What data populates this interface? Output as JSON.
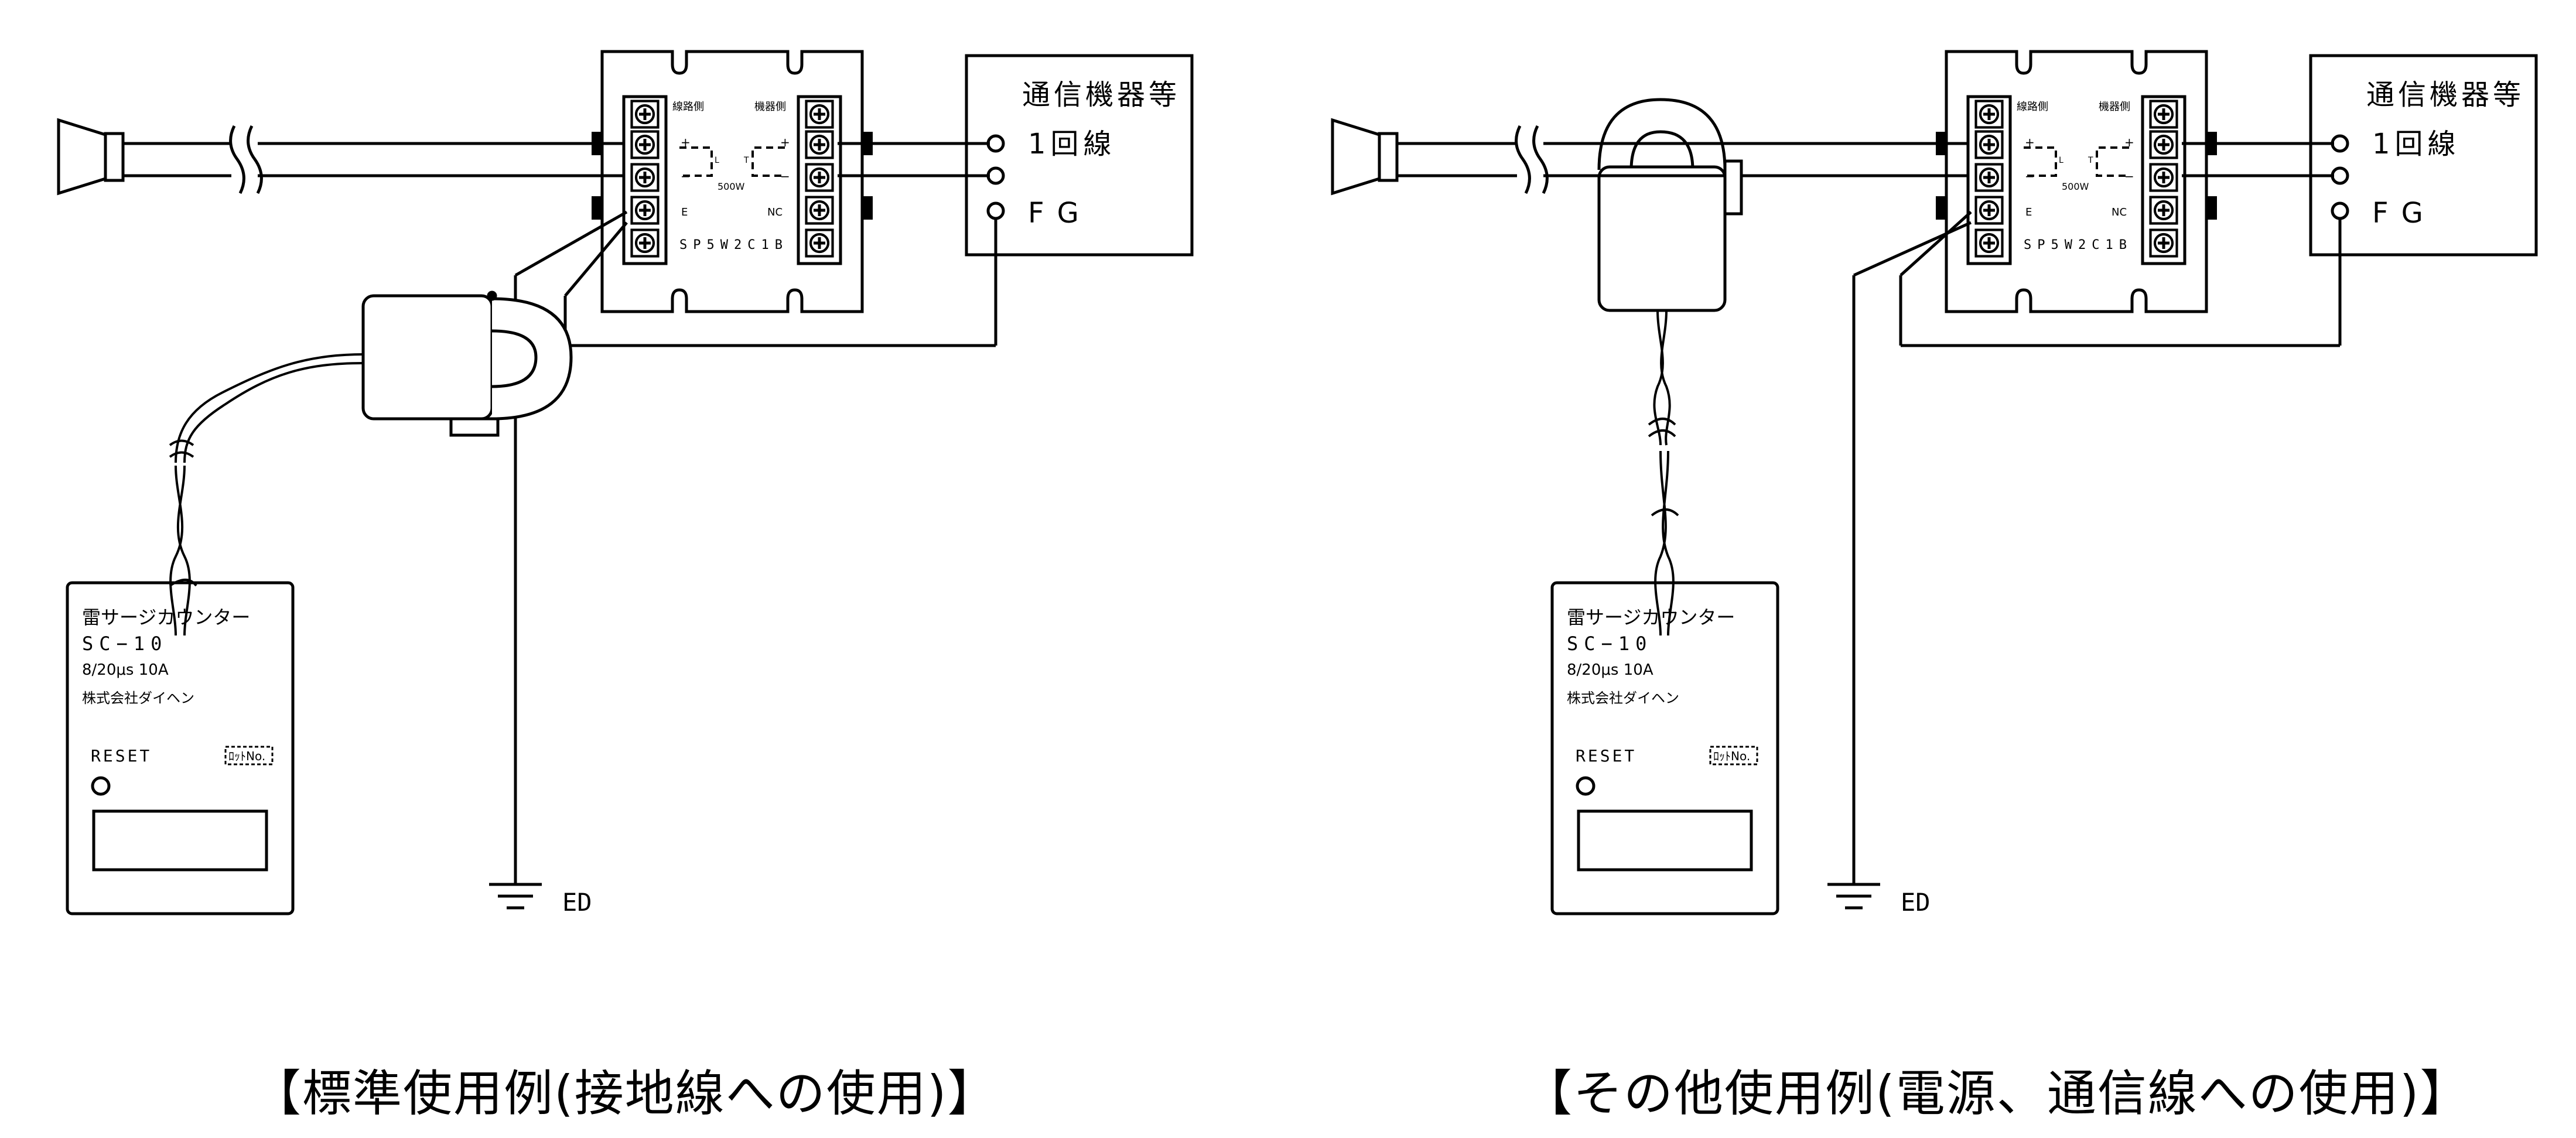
{
  "panels": [
    {
      "id": "standard",
      "caption": "【標準使用例(接地線への使用)】",
      "spd": {
        "line_side": "線路側",
        "device_side": "機器側",
        "plus": "+",
        "minus": "−",
        "l": "L",
        "t": "T",
        "rating": "500W",
        "e": "E",
        "nc": "NC",
        "model": "SP5W2C1B"
      },
      "equipment": {
        "title": "通信機器等",
        "line1": "1回線",
        "fg": "FG"
      },
      "counter": {
        "name": "雷サージカウンター",
        "model": "SC−10",
        "spec": "8/20μs 10A",
        "maker": "株式会社ダイヘン",
        "reset": "RESET",
        "lot": "ﾛｯﾄNo."
      },
      "ground": "ED"
    },
    {
      "id": "other",
      "caption": "【その他使用例(電源、通信線への使用)】",
      "spd": {
        "line_side": "線路側",
        "device_side": "機器側",
        "plus": "+",
        "minus": "−",
        "l": "L",
        "t": "T",
        "rating": "500W",
        "e": "E",
        "nc": "NC",
        "model": "SP5W2C1B"
      },
      "equipment": {
        "title": "通信機器等",
        "line1": "1回線",
        "fg": "FG"
      },
      "counter": {
        "name": "雷サージカウンター",
        "model": "SC−10",
        "spec": "8/20μs 10A",
        "maker": "株式会社ダイヘン",
        "reset": "RESET",
        "lot": "ﾛｯﾄNo."
      },
      "ground": "ED"
    }
  ]
}
